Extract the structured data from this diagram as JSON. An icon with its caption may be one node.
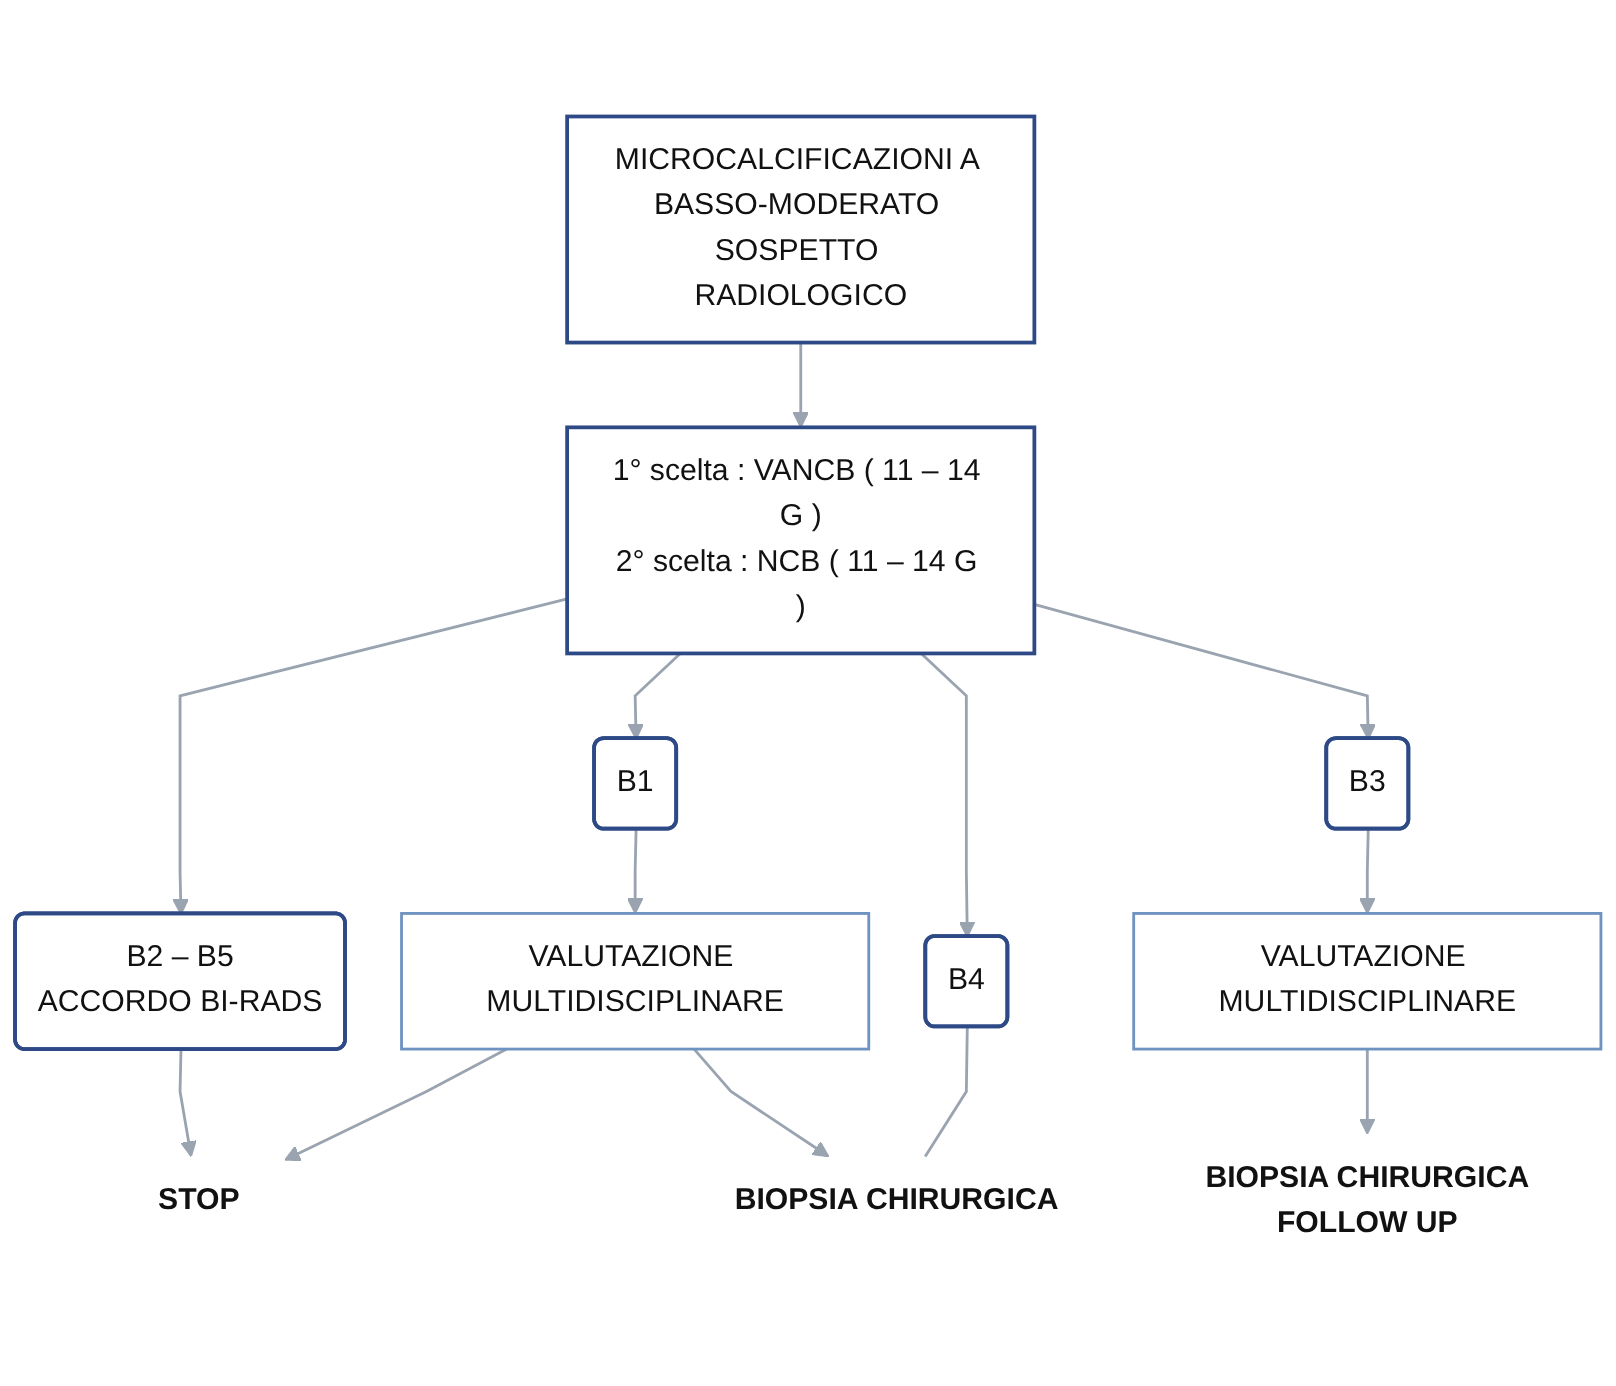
{
  "diagram": {
    "nodes": [
      {
        "text": [
          "MICROCALCIFICAZIONI A BASSO-MODERATO SOSPETTO RADIOLOGICO"
        ]
      },
      {
        "text": [
          "1° scelta : VANCB ( 11 – 14 G )",
          "2° scelta : NCB ( 11 – 14 G )"
        ]
      },
      {
        "text": [
          "B2 – B5",
          "ACCORDO BI-RADS"
        ]
      },
      {
        "text": [
          "B1"
        ]
      },
      {
        "text": [
          "B4"
        ]
      },
      {
        "text": [
          "B3"
        ]
      },
      {
        "text": [
          "VALUTAZIONE MULTIDISCIPLINARE"
        ]
      },
      {
        "text": [
          "VALUTAZIONE MULTIDISCIPLINARE"
        ]
      },
      {
        "text": [
          "STOP"
        ]
      },
      {
        "text": [
          "BIOPSIA CHIRURGICA"
        ]
      },
      {
        "text": [
          "BIOPSIA CHIRURGICA",
          "FOLLOW UP"
        ]
      }
    ],
    "edges": [
      {
        "from": 0,
        "to": 1,
        "arrow": "to"
      },
      {
        "from": 1,
        "to": 2,
        "arrow": "to"
      },
      {
        "from": 1,
        "to": 3,
        "arrow": "to"
      },
      {
        "from": 1,
        "to": 4,
        "arrow": "to"
      },
      {
        "from": 1,
        "to": 5,
        "arrow": "to"
      },
      {
        "from": 2,
        "to": 8,
        "arrow": "to"
      },
      {
        "from": 3,
        "to": 6,
        "arrow": "to"
      },
      {
        "from": 6,
        "to": 8,
        "arrow": "to"
      },
      {
        "from": 6,
        "to": 9,
        "arrow": "to"
      },
      {
        "from": 4,
        "to": 9,
        "arrow": "none"
      },
      {
        "from": 5,
        "to": 7,
        "arrow": "to"
      },
      {
        "from": 7,
        "to": 10,
        "arrow": "to"
      }
    ]
  }
}
